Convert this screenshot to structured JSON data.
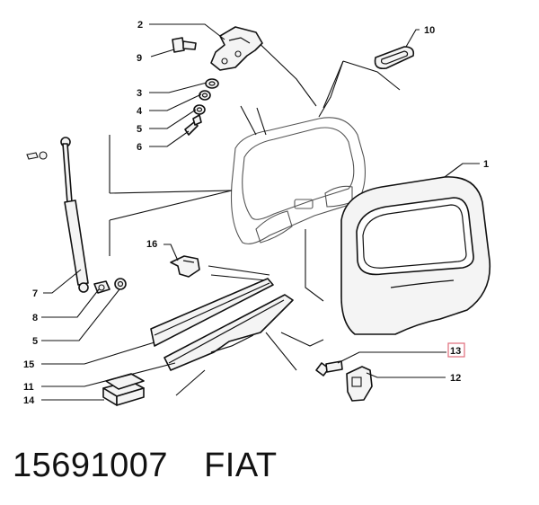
{
  "diagram": {
    "callouts": {
      "c1": "1",
      "c2": "2",
      "c3": "3",
      "c4": "4",
      "c5a": "5",
      "c5b": "5",
      "c6": "6",
      "c7": "7",
      "c8": "8",
      "c9": "9",
      "c10": "10",
      "c11": "11",
      "c12": "12",
      "c13": "13",
      "c14": "14",
      "c15": "15",
      "c16": "16"
    },
    "highlighted_callout": "13",
    "highlight_color": "#e06c7a"
  },
  "footer": {
    "part_number": "15691007",
    "brand": "FIAT"
  }
}
